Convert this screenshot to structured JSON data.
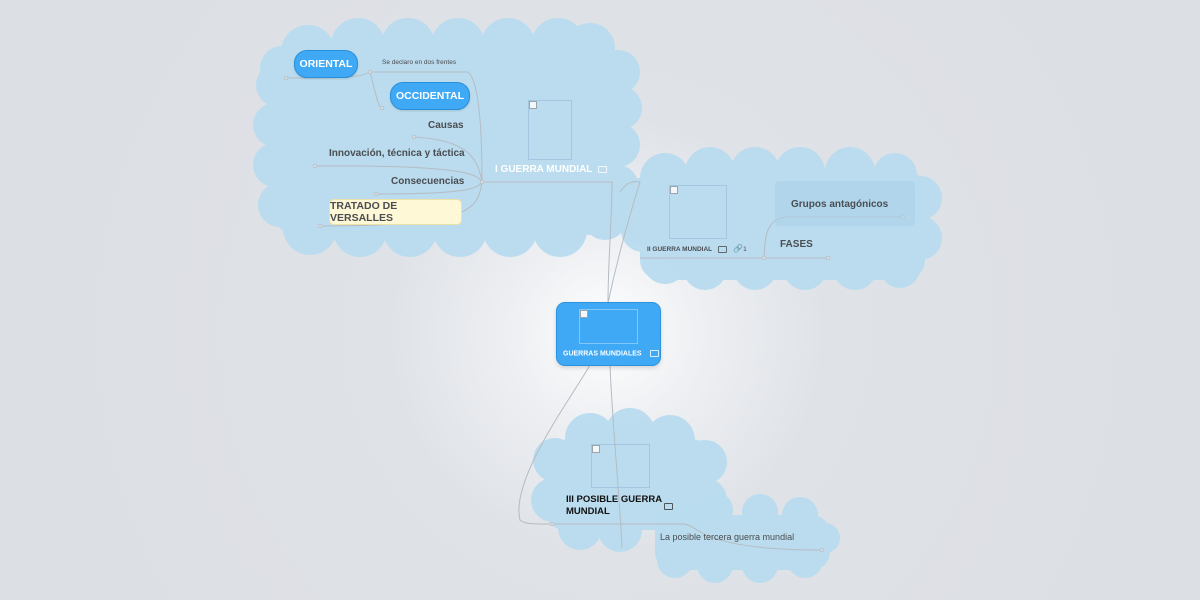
{
  "central": {
    "title": "GUERRAS MUNDIALES"
  },
  "war1": {
    "title": "I GUERRA MUNDIAL",
    "children": {
      "frentes": "Se declaro en dos frentes",
      "oriental": "ORIENTAL",
      "occidental": "OCCIDENTAL",
      "causas": "Causas",
      "innovacion": "Innovación, técnica y táctica",
      "consecuencias": "Consecuencias",
      "versalles": "TRATADO DE VERSALLES"
    }
  },
  "war2": {
    "title": "II GUERRA MUNDIAL",
    "link_count": "1",
    "children": {
      "grupos": "Grupos antagónicos",
      "fases": "FASES"
    }
  },
  "war3": {
    "title_line1": "III POSIBLE GUERRA",
    "title_line2": "MUNDIAL",
    "children": {
      "posible": "La posible tercera guerra mundial"
    }
  },
  "colors": {
    "cloud": "#b9dcef",
    "node_blue": "#3fa9f5",
    "sticky": "#fff8d6",
    "connector": "#b5bcc4"
  }
}
